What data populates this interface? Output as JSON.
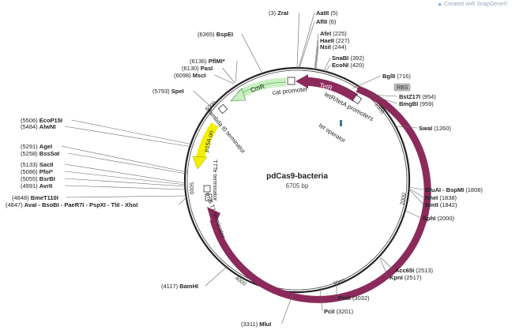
{
  "watermark": "Created with SnapGene®",
  "plasmid": {
    "name": "pdCas9-bacteria",
    "length": "6705 bp"
  },
  "ticks": [
    "1000",
    "2000",
    "3000",
    "4000",
    "5000",
    "6000"
  ],
  "colors": {
    "feature_purple": "#8b2a5b",
    "cmr_green": "#c8f0c0",
    "ori_yellow": "#f2f000",
    "ring": "#222222"
  },
  "features": {
    "tetR": "TetR",
    "cmr": "CmR",
    "ori": "p15A ori",
    "dcas9": "dCas9",
    "cat_promoter": "cat promoter",
    "tetr_promoters": "tetR/tetA promoters",
    "rbs": "RBS",
    "tet_operator": "tet operator",
    "lambda_t0": "lambda t0 terminator",
    "t7te": "T7Te terminator",
    "rrnb_t1": "rrnB T1 terminator"
  },
  "sites": [
    {
      "name": "ZraI",
      "pos": "(3)"
    },
    {
      "name": "AatII",
      "pos": "(5)"
    },
    {
      "name": "AflII",
      "pos": "(6)"
    },
    {
      "name": "AfeI",
      "pos": "(225)"
    },
    {
      "name": "HaeII",
      "pos": "(227)"
    },
    {
      "name": "NsiI",
      "pos": "(244)"
    },
    {
      "name": "SnaBI",
      "pos": "(392)"
    },
    {
      "name": "EcoNI",
      "pos": "(420)"
    },
    {
      "name": "BglII",
      "pos": "(716)"
    },
    {
      "name": "BstZ17I",
      "pos": "(954)"
    },
    {
      "name": "BmgBI",
      "pos": "(959)"
    },
    {
      "name": "SwaI",
      "pos": "(1260)"
    },
    {
      "name": "BfuAI - BspMI",
      "pos": "(1808)"
    },
    {
      "name": "NheI",
      "pos": "(1838)"
    },
    {
      "name": "BmtI",
      "pos": "(1842)"
    },
    {
      "name": "SphI",
      "pos": "(2000)"
    },
    {
      "name": "Acc65I",
      "pos": "(2513)"
    },
    {
      "name": "KpnI",
      "pos": "(2517)"
    },
    {
      "name": "PmlI",
      "pos": "(3032)"
    },
    {
      "name": "PciI",
      "pos": "(3201)"
    },
    {
      "name": "MluI",
      "pos": "(3311)"
    },
    {
      "name": "BamHI",
      "pos": "(4117)"
    },
    {
      "name": "AvaI - BsoBI - PaeR7I - PspXI - TliI - XhoI",
      "pos": "(4847)"
    },
    {
      "name": "BmeT110I",
      "pos": "(4848)"
    },
    {
      "name": "AvrII",
      "pos": "(4991)"
    },
    {
      "name": "BsrBI",
      "pos": "(5055)"
    },
    {
      "name": "PfoI*",
      "pos": "(5086)"
    },
    {
      "name": "SacII",
      "pos": "(5133)"
    },
    {
      "name": "BssSαI",
      "pos": "(5258)"
    },
    {
      "name": "AgeI",
      "pos": "(5291)"
    },
    {
      "name": "AlwNI",
      "pos": "(5484)"
    },
    {
      "name": "EcoP15I",
      "pos": "(5506)"
    },
    {
      "name": "SpeI",
      "pos": "(5793)"
    },
    {
      "name": "MscI",
      "pos": "(6098)"
    },
    {
      "name": "PasI",
      "pos": "(6130)"
    },
    {
      "name": "PflMI*",
      "pos": "(6136)"
    },
    {
      "name": "BspEI",
      "pos": "(6365)"
    }
  ]
}
